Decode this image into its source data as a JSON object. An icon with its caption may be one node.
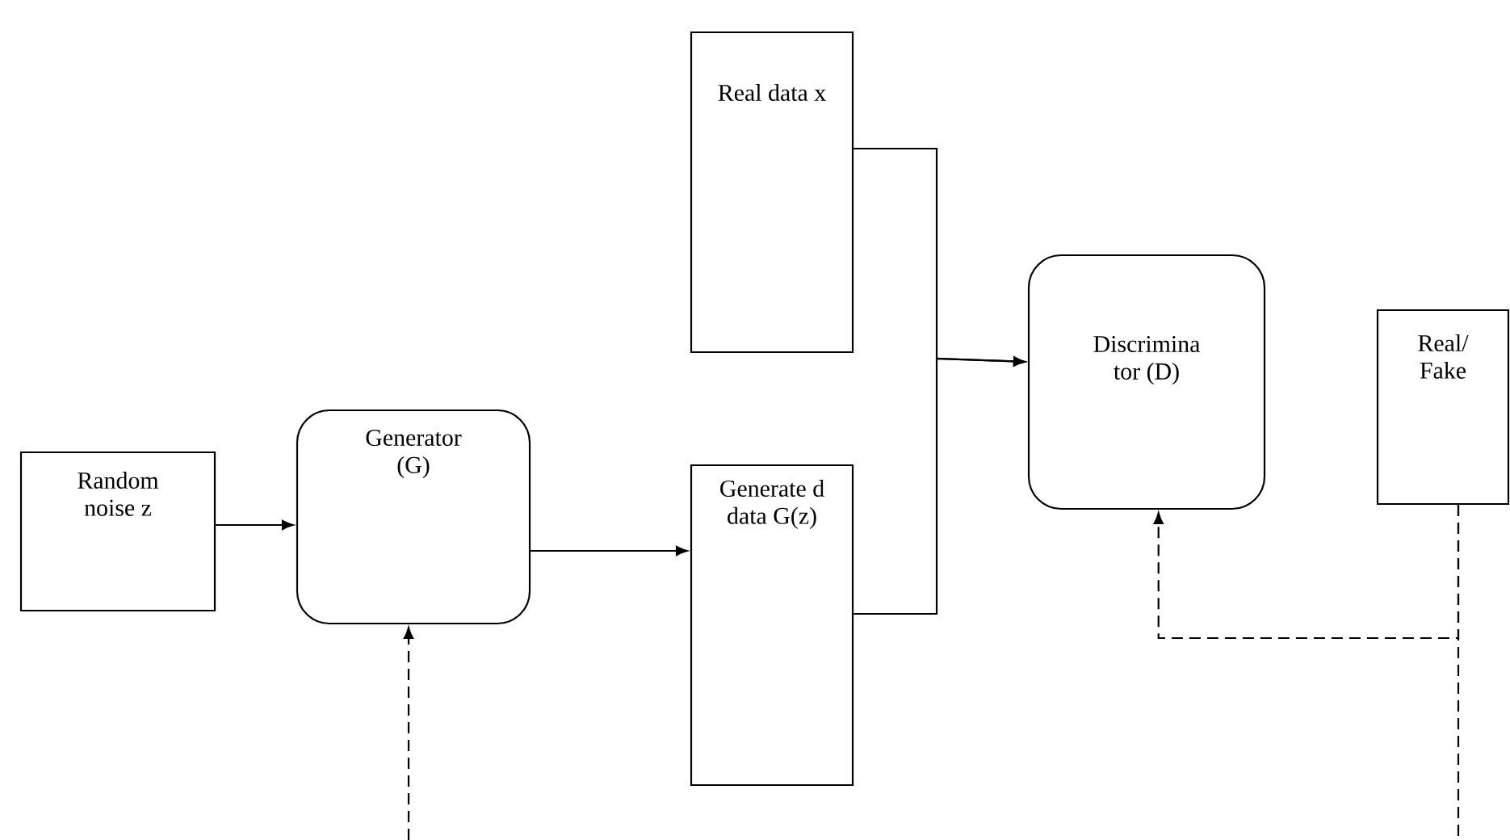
{
  "diagram": {
    "nodes": [
      {
        "text": [
          "Random noise z"
        ]
      },
      {
        "text": [
          "Generator (G)"
        ]
      },
      {
        "text": [
          "Real data x"
        ]
      },
      {
        "text": [
          "Generate d data G(z)"
        ]
      },
      {
        "text": [
          "Discrimina tor (D)"
        ]
      },
      {
        "text": [
          "Real/ Fake"
        ]
      }
    ],
    "edges": [
      {
        "from": 0,
        "to": 1,
        "arrow": "to"
      },
      {
        "from": 1,
        "to": 3,
        "arrow": "to"
      },
      {
        "from": 2,
        "to": 4,
        "arrow": "to"
      },
      {
        "from": 3,
        "to": 4,
        "arrow": "to"
      },
      {
        "from": 5,
        "to": 4,
        "arrow": "to",
        "style": "dashed"
      },
      {
        "from": 5,
        "to": null,
        "arrow": "none",
        "style": "dashed"
      },
      {
        "from": null,
        "to": 1,
        "arrow": "to",
        "style": "dashed"
      }
    ]
  }
}
